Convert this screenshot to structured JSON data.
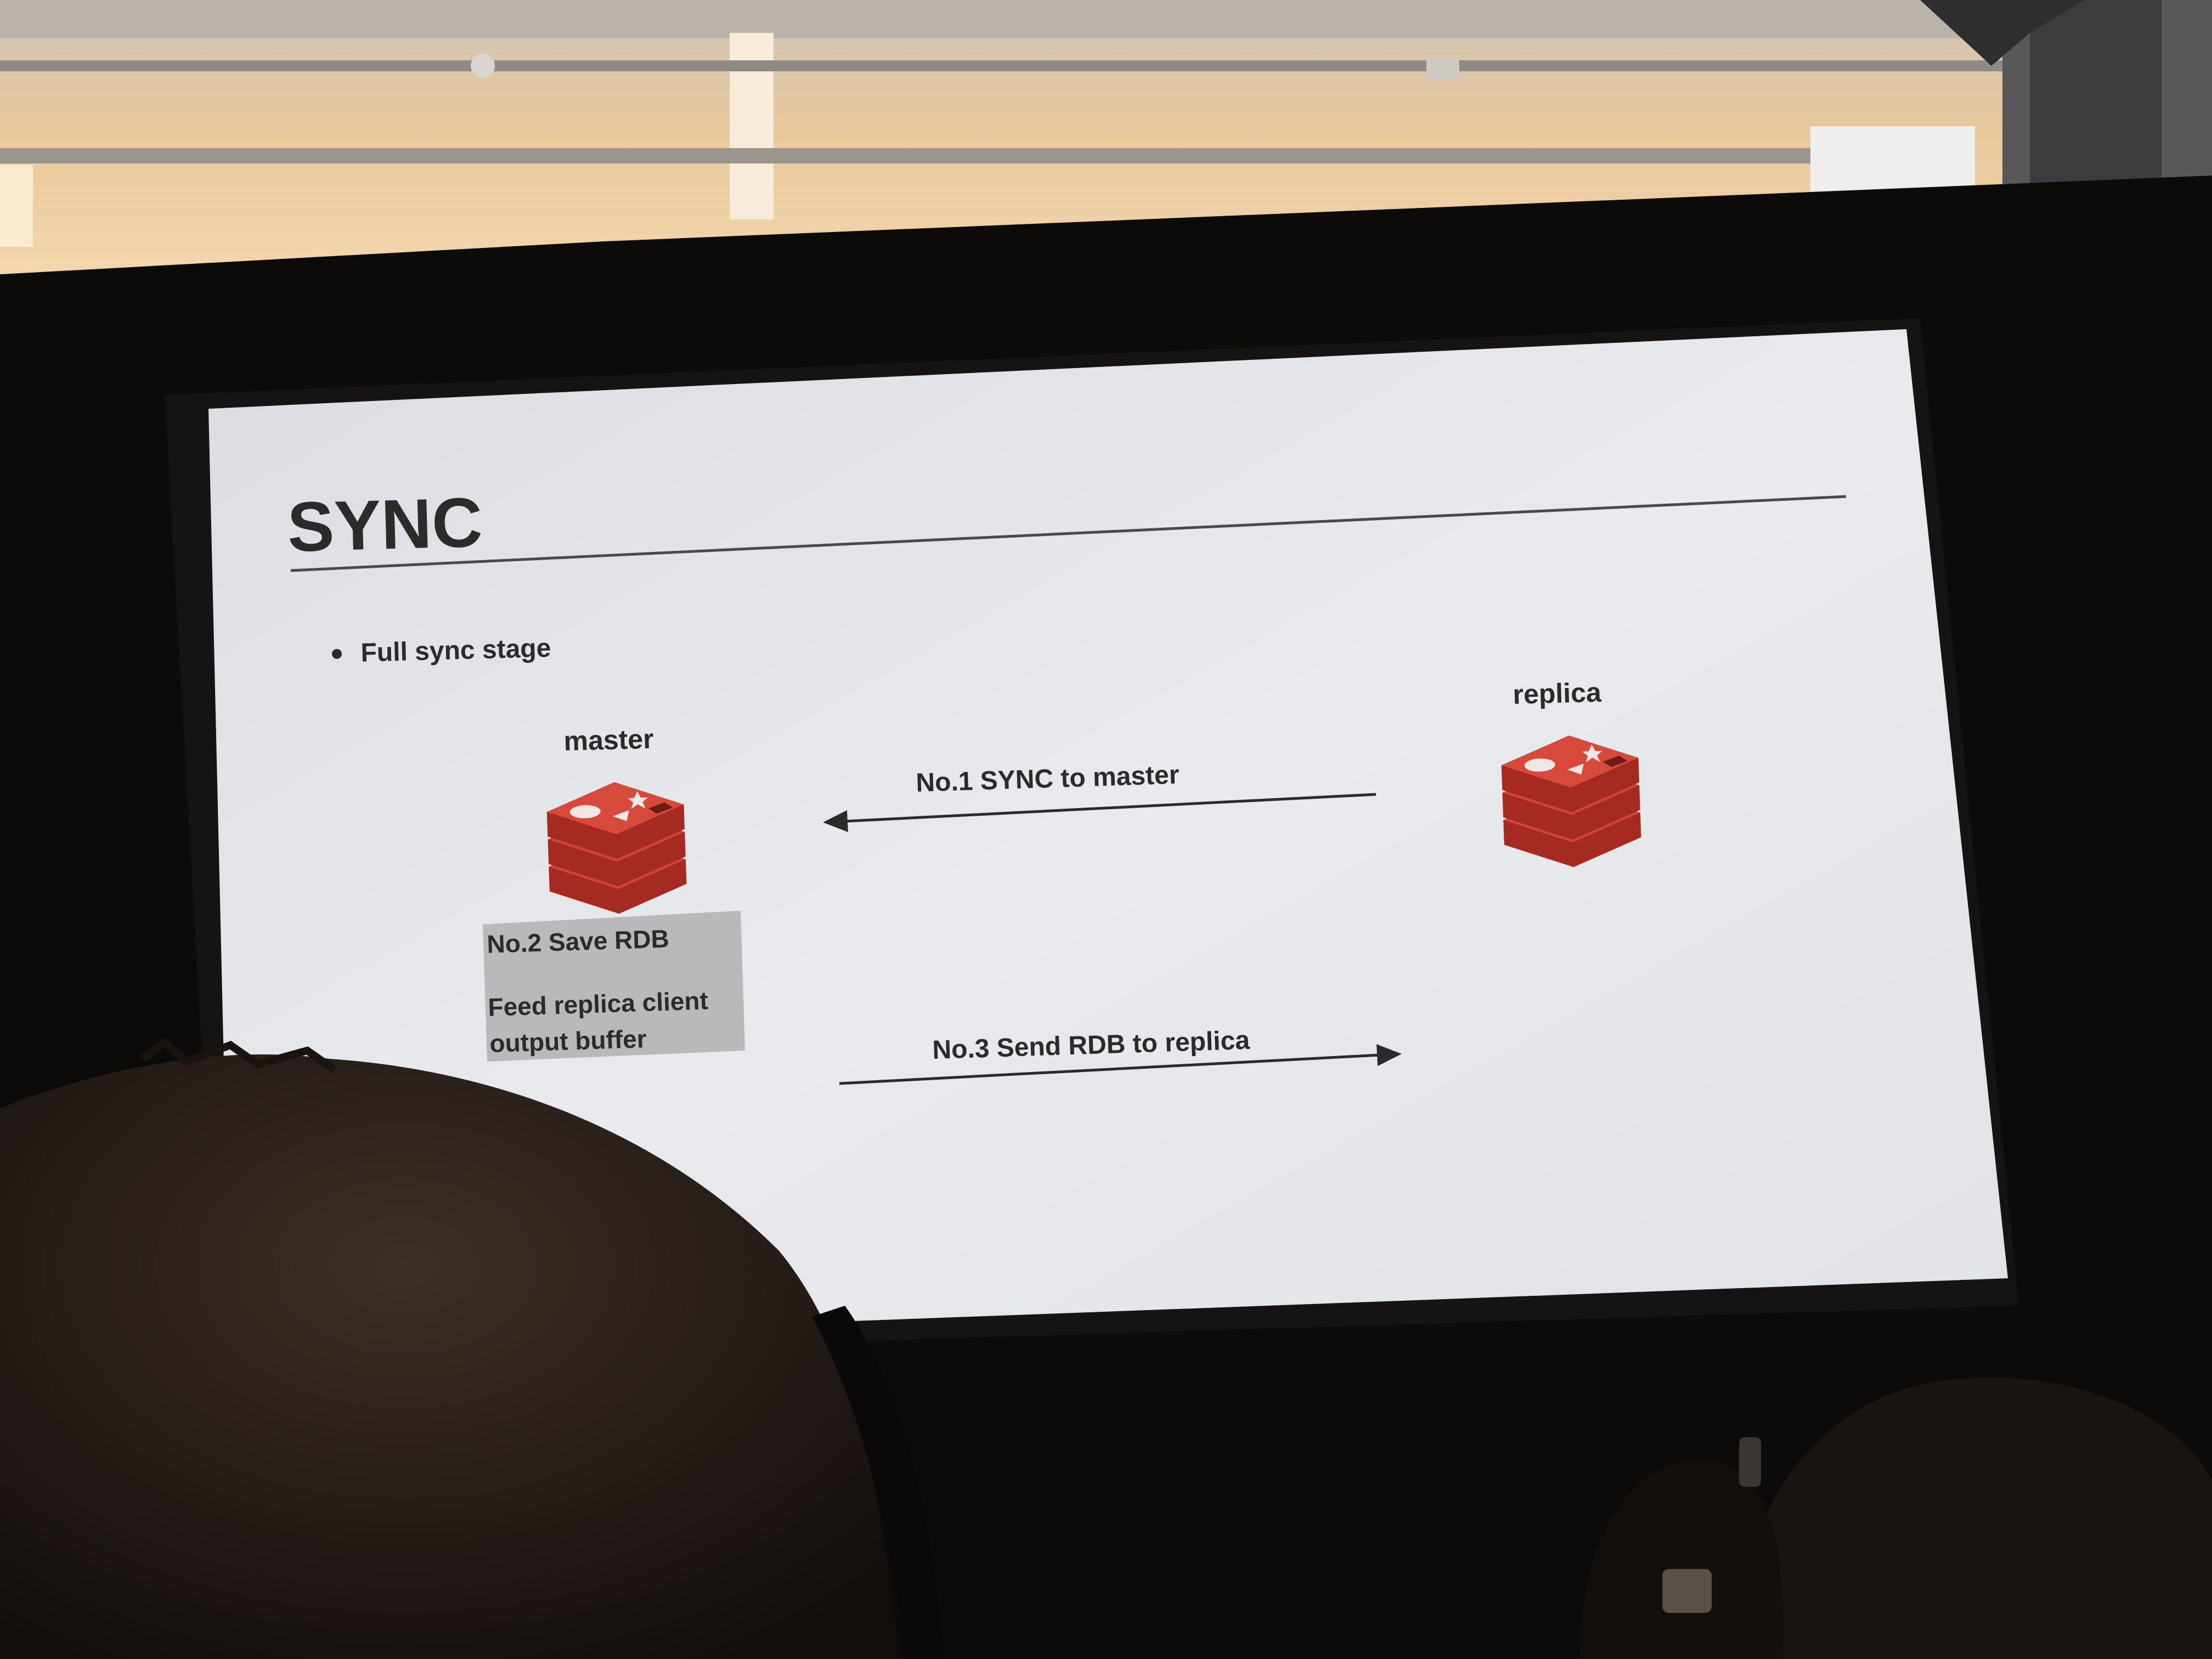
{
  "slide": {
    "title": "SYNC",
    "bullet": "Full sync stage",
    "master_label": "master",
    "replica_label": "replica",
    "step1": "No.1 SYNC to master",
    "step2_line1": "No.2 Save RDB",
    "step2_line2": "Feed replica client",
    "step2_line3": "output buffer",
    "step3": "No.3 Send RDB to replica"
  },
  "icons": {
    "master_logo": "redis-logo-icon",
    "replica_logo": "redis-logo-icon"
  },
  "colors": {
    "slide_background": "#e4e5e9",
    "redis_red": "#b8322c",
    "note_box": "#b9b9bb",
    "text": "#2b2b2b"
  }
}
